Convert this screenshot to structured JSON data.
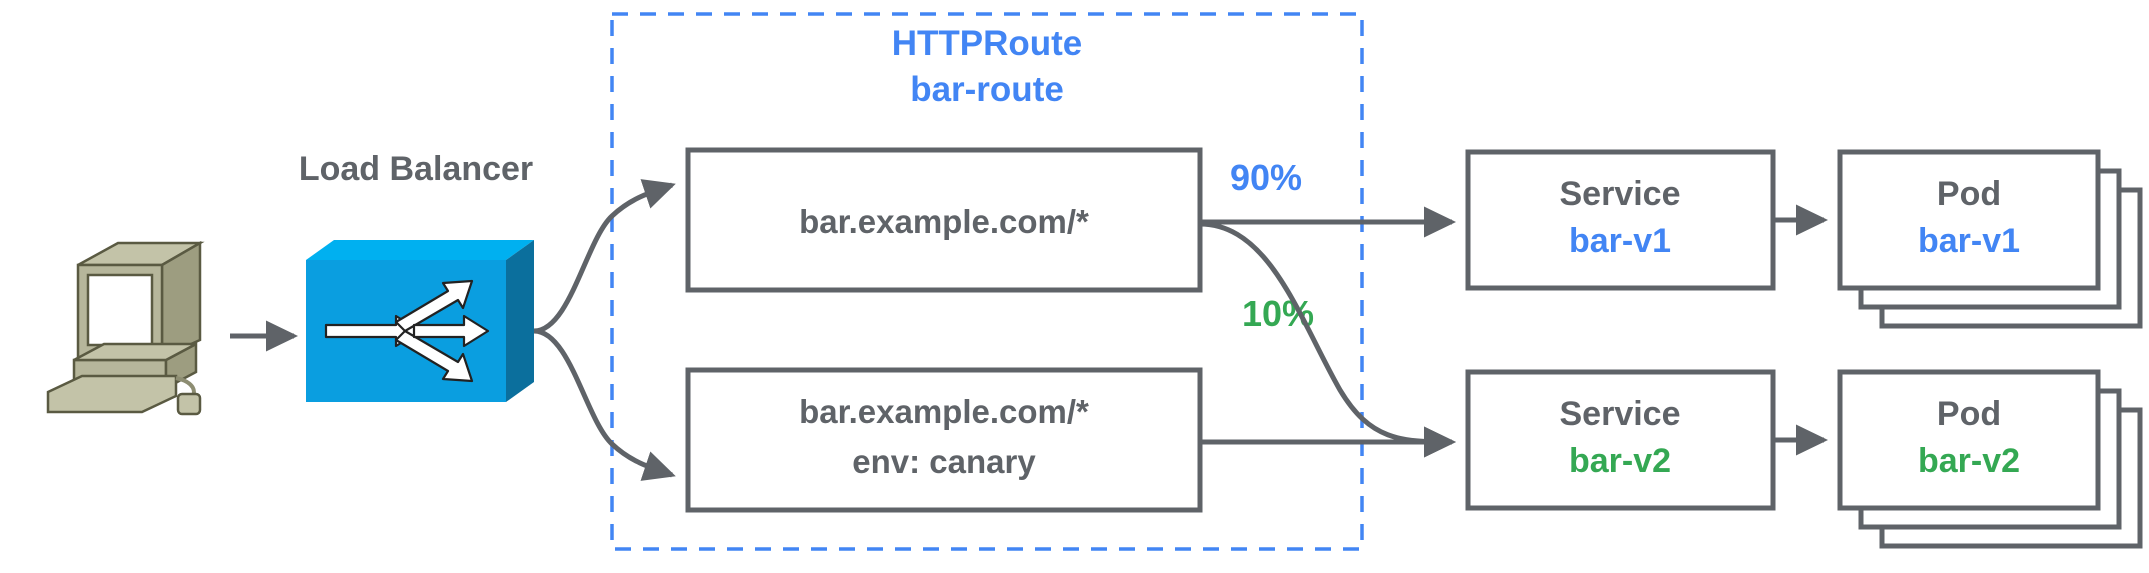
{
  "diagram": {
    "title_absent": true,
    "colors": {
      "blue": "#4285f4",
      "green": "#34a853",
      "gray": "#5f6368",
      "lb_blue_face": "#0a9ee0",
      "lb_blue_top": "#00b0f0",
      "lb_blue_side": "#0b6f9d",
      "computer_body": "#b0b092"
    },
    "labels": {
      "load_balancer": "Load Balancer"
    },
    "httproute_group": {
      "kind": "HTTPRoute",
      "name": "bar-route"
    },
    "rules": [
      {
        "id": "rule-top",
        "lines": [
          "bar.example.com/*"
        ]
      },
      {
        "id": "rule-bottom",
        "lines": [
          "bar.example.com/*",
          "env: canary"
        ]
      }
    ],
    "weights": [
      {
        "id": "weight-90",
        "value": "90%",
        "color": "#4285f4"
      },
      {
        "id": "weight-10",
        "value": "10%",
        "color": "#34a853"
      }
    ],
    "backends": [
      {
        "id": "backend-v1",
        "service": {
          "kind": "Service",
          "name": "bar-v1",
          "color": "#4285f4"
        },
        "pod": {
          "kind": "Pod",
          "name": "bar-v1",
          "color": "#4285f4",
          "replicas": 3
        }
      },
      {
        "id": "backend-v2",
        "service": {
          "kind": "Service",
          "name": "bar-v2",
          "color": "#34a853"
        },
        "pod": {
          "kind": "Pod",
          "name": "bar-v2",
          "color": "#34a853",
          "replicas": 3
        }
      }
    ],
    "icons": {
      "client": "desktop-computer-icon",
      "balancer": "load-balancer-switch-icon"
    }
  }
}
